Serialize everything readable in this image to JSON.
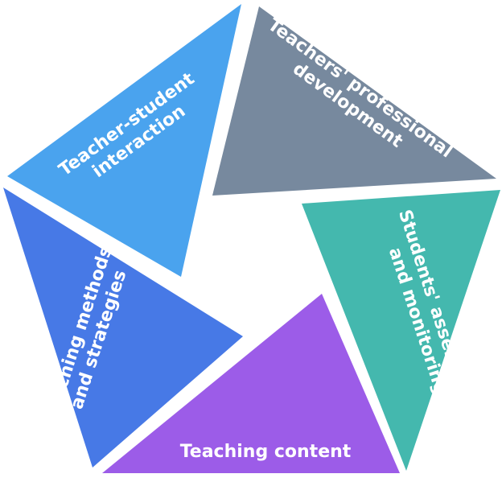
{
  "segments": [
    {
      "id": "interaction",
      "lines": [
        "Teacher-student",
        "interaction"
      ],
      "color": "#4aa3ee"
    },
    {
      "id": "professional",
      "lines": [
        "Teachers' professional",
        "development"
      ],
      "color": "#77899e"
    },
    {
      "id": "assessment",
      "lines": [
        "Students' assessment",
        "and monitoring"
      ],
      "color": "#44b8ae"
    },
    {
      "id": "content",
      "lines": [
        "Teaching content"
      ],
      "color": "#9c5ce8"
    },
    {
      "id": "methods",
      "lines": [
        "Teaching methods",
        "and strategies"
      ],
      "color": "#4779e6"
    }
  ]
}
